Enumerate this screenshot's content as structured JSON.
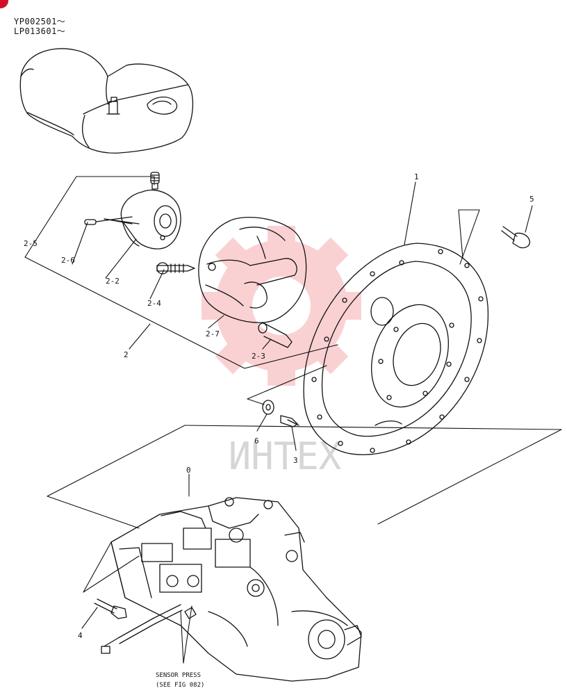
{
  "serial_numbers": [
    "YP002501～",
    "LP013601～"
  ],
  "watermark": {
    "text": "ИНТЕХ",
    "color": "#e8202a"
  },
  "callouts": {
    "c1": "1",
    "c2": "2",
    "c2_2": "2-2",
    "c2_3": "2-3",
    "c2_4": "2-4",
    "c2_5": "2-5",
    "c2_6": "2-6",
    "c2_7": "2-7",
    "c3": "3",
    "c4": "4",
    "c5": "5",
    "c6": "6",
    "c0": "0"
  },
  "note": {
    "line1": "SENSOR PRESS",
    "line2": "(SEE FIG 082)"
  },
  "colors": {
    "ink": "#111111",
    "accent": "#d0102a"
  }
}
